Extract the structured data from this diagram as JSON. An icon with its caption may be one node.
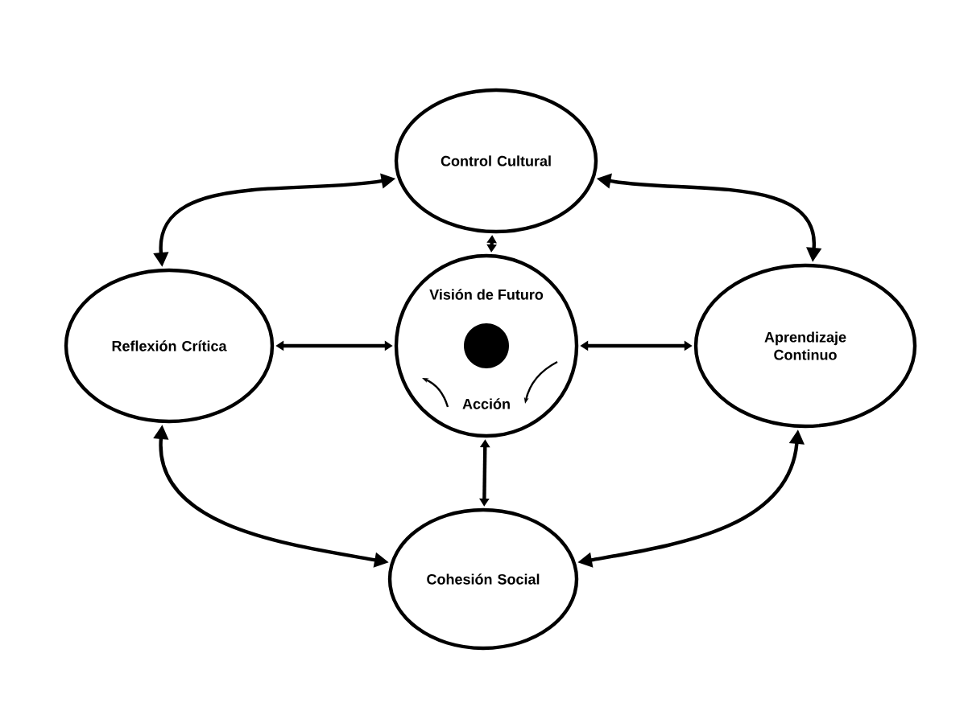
{
  "diagram": {
    "nodes": [
      {
        "text": [
          "Control Cultural"
        ]
      },
      {
        "text": [
          "Reflexión Crítica"
        ]
      },
      {
        "text": [
          "Visión de Futuro",
          "Acción"
        ]
      },
      {
        "text": [
          "Aprendizaje Continuo"
        ]
      },
      {
        "text": [
          "Cohesión Social"
        ]
      }
    ],
    "edges": [
      {
        "from": 0,
        "to": 2,
        "arrow": "both"
      },
      {
        "from": 1,
        "to": 2,
        "arrow": "both"
      },
      {
        "from": 2,
        "to": 3,
        "arrow": "both"
      },
      {
        "from": 4,
        "to": 2,
        "arrow": "both"
      },
      {
        "from": 1,
        "to": 0,
        "arrow": "both"
      },
      {
        "from": 0,
        "to": 3,
        "arrow": "both"
      },
      {
        "from": 1,
        "to": 4,
        "arrow": "both"
      },
      {
        "from": 3,
        "to": 4,
        "arrow": "both"
      }
    ]
  }
}
